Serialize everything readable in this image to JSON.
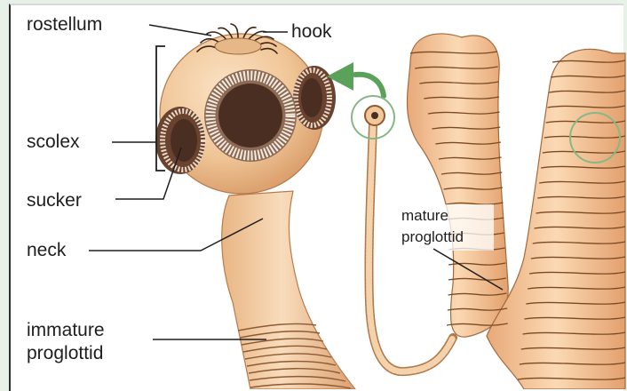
{
  "labels": {
    "rostellum": "rostellum",
    "hook": "hook",
    "scolex": "scolex",
    "sucker": "sucker",
    "neck": "neck",
    "immature_1": "immature",
    "immature_2": "proglottid",
    "mature_1": "mature",
    "mature_2": "proglottid"
  },
  "colors": {
    "body": "#f2c79a",
    "body_dark": "#d99a66",
    "segment_line": "#7a4a22",
    "sucker_core": "#4a2e22",
    "arrow": "#5aa25a",
    "ring": "#86b886"
  }
}
